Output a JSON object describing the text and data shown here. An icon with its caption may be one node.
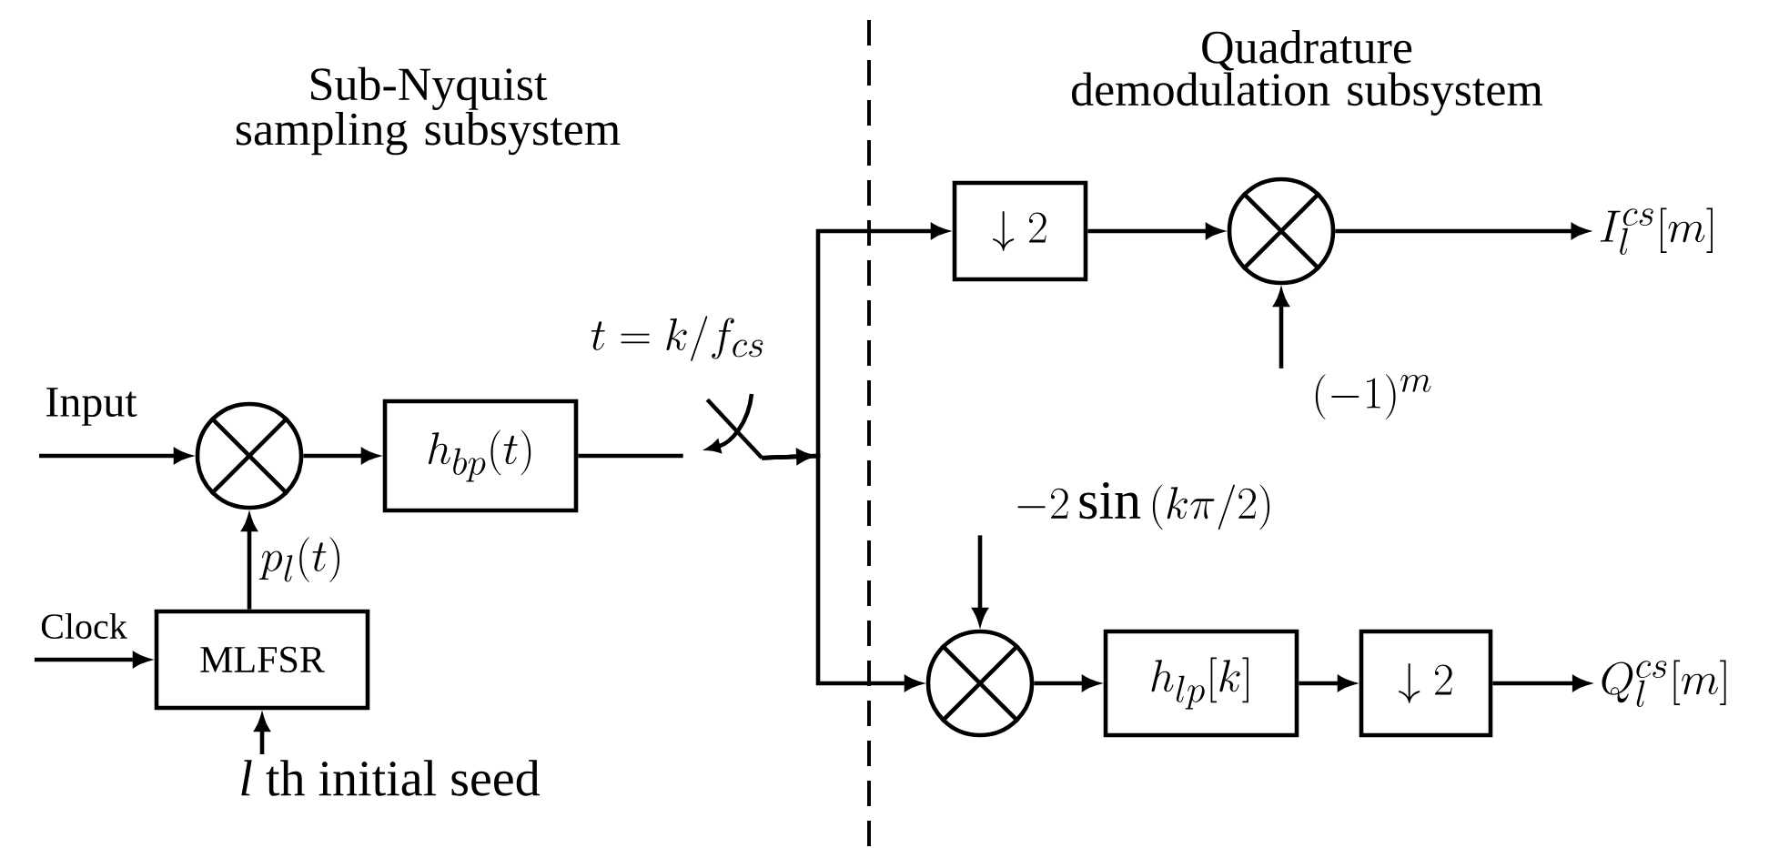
{
  "diagram": {
    "nodes": [
      {
        "text": [
          "Input"
        ]
      },
      {
        "text": [],
        "shape": "circle"
      },
      {
        "text": [
          "h_{bp}(t)"
        ]
      },
      {
        "text": [
          "Clock"
        ]
      },
      {
        "text": [
          "MLFSR"
        ]
      },
      {
        "text": [
          "*l* th initial seed"
        ]
      },
      {
        "text": [],
        "shape": "switch",
        "beside": [
          "t = k/f_{cs}"
        ]
      },
      {
        "text": [
          "\\downarrow 2"
        ]
      },
      {
        "text": [],
        "shape": "circle"
      },
      {
        "text": [
          "I_l^{cs}[m]"
        ]
      },
      {
        "text": [
          "(-1)^m"
        ]
      },
      {
        "text": [
          "-2\\sin\\left(k\\pi/2\\right)"
        ]
      },
      {
        "text": [],
        "shape": "circle"
      },
      {
        "text": [
          "h_{lp}[k]"
        ]
      },
      {
        "text": [
          "\\downarrow 2"
        ]
      },
      {
        "text": [
          "Q_l^{cs}[m]"
        ]
      }
    ],
    "edges": [
      {
        "from": 0,
        "to": 1,
        "arrow": "to"
      },
      {
        "from": 1,
        "to": 2,
        "arrow": "to"
      },
      {
        "from": 3,
        "to": 4,
        "arrow": "to"
      },
      {
        "from": 5,
        "to": 4,
        "arrow": "to"
      },
      {
        "from": 4,
        "to": 1,
        "arrow": "to",
        "label": "p_l(t)"
      },
      {
        "from": 2,
        "to": 6,
        "arrow": "none"
      },
      {
        "from": 6,
        "to": 7,
        "arrow": "to"
      },
      {
        "from": 6,
        "to": 12,
        "arrow": "to"
      },
      {
        "from": 7,
        "to": 8,
        "arrow": "to"
      },
      {
        "from": 8,
        "to": 9,
        "arrow": "to"
      },
      {
        "from": 10,
        "to": 8,
        "arrow": "to"
      },
      {
        "from": 11,
        "to": 12,
        "arrow": "to"
      },
      {
        "from": 12,
        "to": 13,
        "arrow": "to"
      },
      {
        "from": 13,
        "to": 14,
        "arrow": "to"
      },
      {
        "from": 14,
        "to": 15,
        "arrow": "to"
      }
    ],
    "labels": [
      "Sub-Nyquist sampling subsystem",
      "Quadrature demodulation subsystem"
    ]
  }
}
